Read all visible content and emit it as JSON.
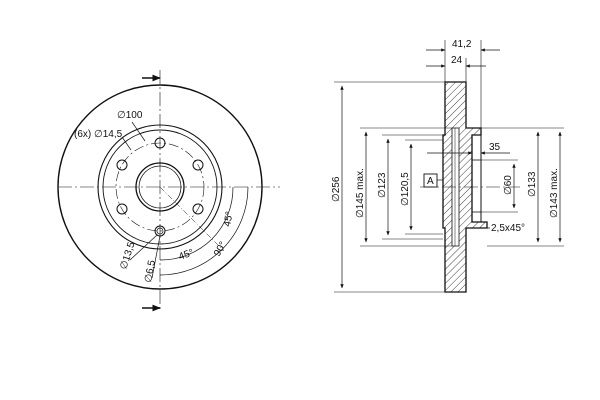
{
  "front_view": {
    "label_bolt_circle": "∅100",
    "label_holes": "(6x) ∅14,5",
    "label_d135": "∅13,5",
    "label_d65": "∅6,5",
    "label_angle_45a": "45°",
    "label_angle_90": "90°",
    "label_angle_45b": "45°"
  },
  "side_view": {
    "label_width": "41,2",
    "label_thickness": "24",
    "label_dia256": "∅256",
    "label_dia145": "∅145 max.",
    "label_dia123": "∅123",
    "label_dia1205": "∅120,5",
    "label_datum": "A",
    "label_35": "35",
    "label_dia60": "∅60",
    "label_chamfer": "2,5x45°",
    "label_dia133": "∅133",
    "label_dia143": "∅143 max."
  }
}
